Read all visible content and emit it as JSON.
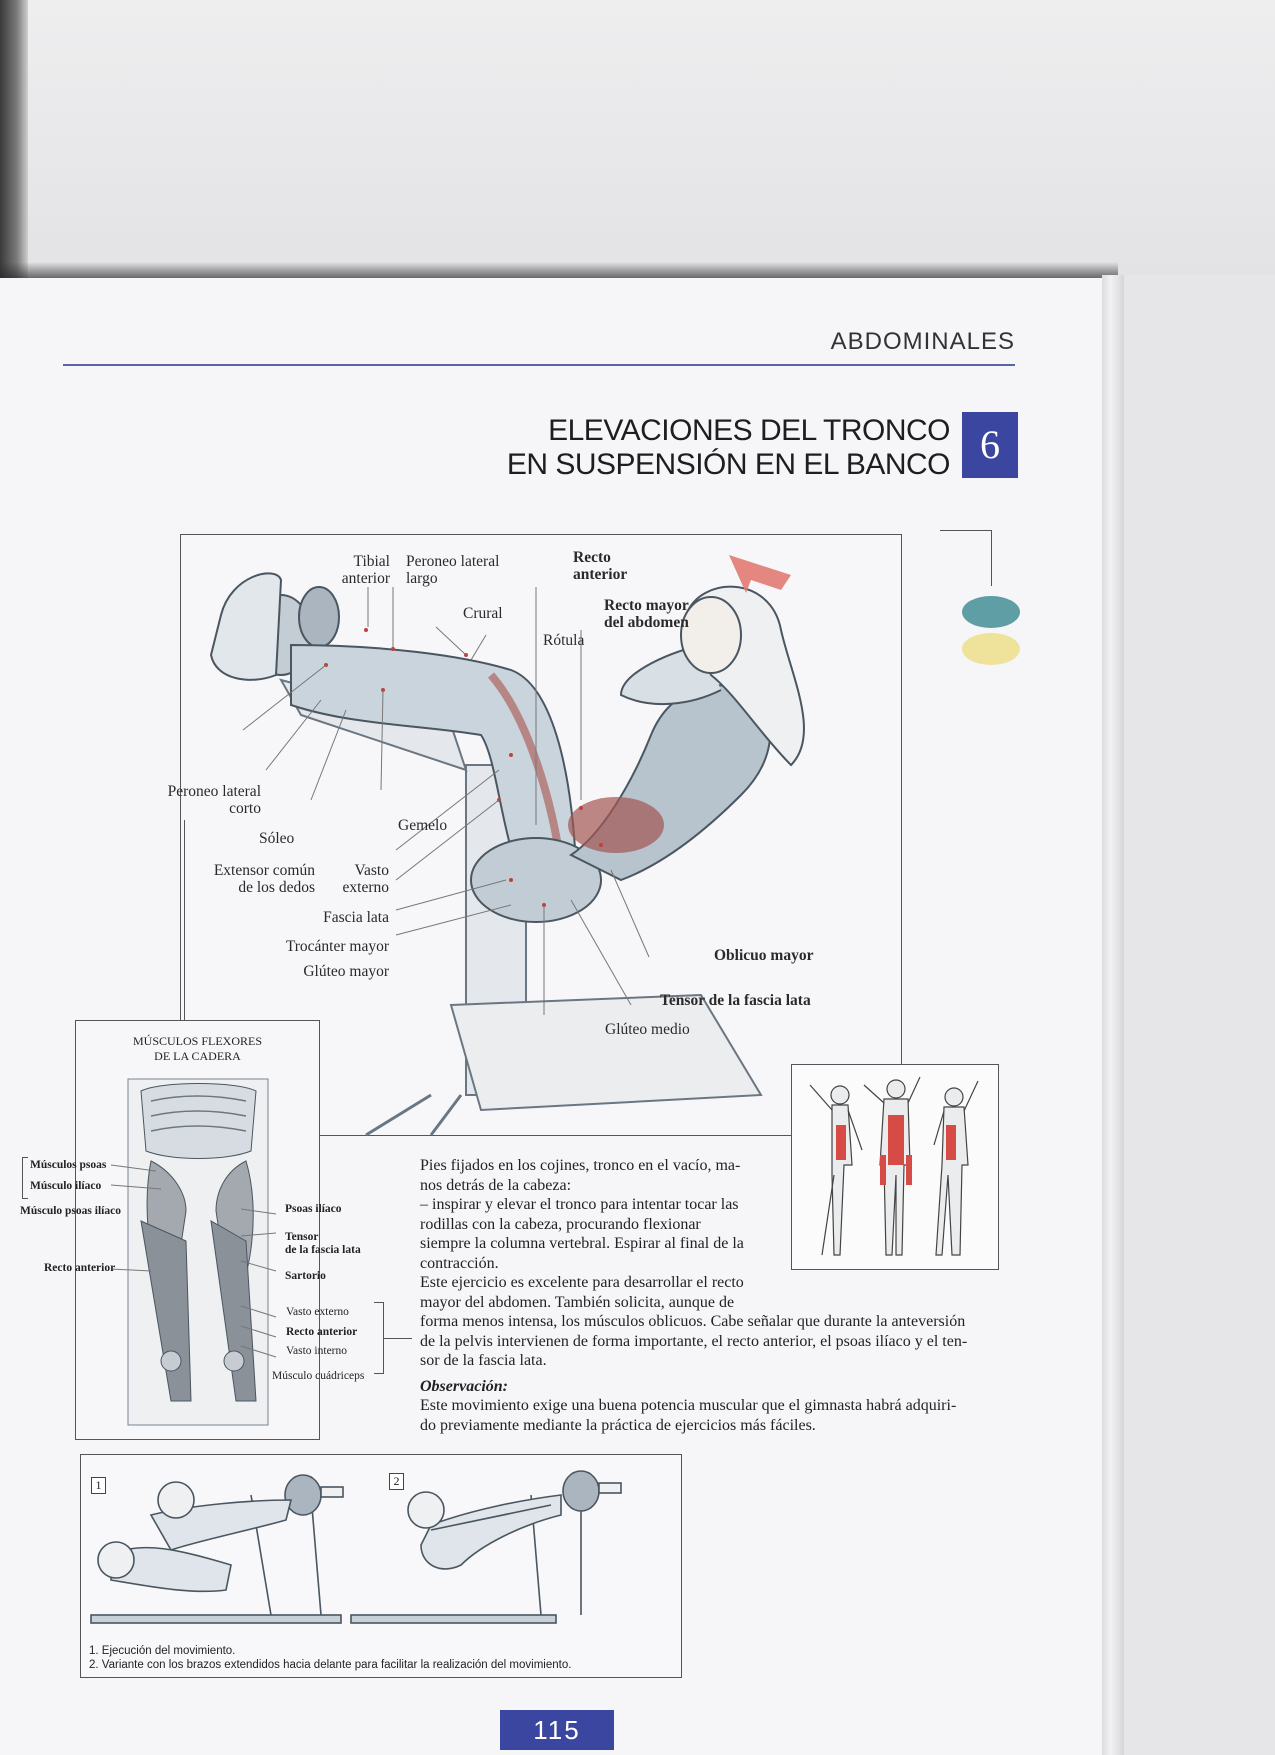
{
  "header": {
    "section": "ABDOMINALES"
  },
  "title": {
    "line1": "ELEVACIONES DEL TRONCO",
    "line2": "EN SUSPENSIÓN EN EL BANCO",
    "number": "6"
  },
  "main_labels": {
    "tibial_anterior": [
      "Tibial",
      "anterior"
    ],
    "peroneo_largo": [
      "Peroneo lateral",
      "largo"
    ],
    "recto_anterior": [
      "Recto",
      "anterior"
    ],
    "recto_mayor": [
      "Recto mayor",
      "del abdomen"
    ],
    "crural": "Crural",
    "rotula": "Rótula",
    "peroneo_corto": [
      "Peroneo lateral",
      "corto"
    ],
    "soleo": "Sóleo",
    "gemelo": "Gemelo",
    "extensor": [
      "Extensor común",
      "de los dedos"
    ],
    "vasto_externo": [
      "Vasto",
      "externo"
    ],
    "fascia_lata": "Fascia lata",
    "trocanter": "Trocánter mayor",
    "gluteo_mayor": "Glúteo mayor",
    "oblicuo_mayor": "Oblicuo mayor",
    "tensor_fascia": "Tensor de la fascia lata",
    "gluteo_medio": "Glúteo medio"
  },
  "hip_flexors": {
    "title": [
      "MÚSCULOS FLEXORES",
      "DE LA CADERA"
    ],
    "left": [
      "Músculos psoas",
      "Músculo ilíaco",
      "Músculo psoas ilíaco",
      "Recto anterior"
    ],
    "psoas_iliaco": "Psoas ilíaco",
    "tensor": [
      "Tensor",
      "de la fascia lata"
    ],
    "sartorio": "Sartorio",
    "vasto_externo": "Vasto externo",
    "recto_anterior": "Recto anterior",
    "vasto_interno": "Vasto interno",
    "cuadriceps": "Músculo cuádriceps"
  },
  "body": {
    "intro_l1": "Pies fijados en los cojines, tronco en el vacío, ma-",
    "intro_l2": "nos detrás de la cabeza:",
    "step_l1": "– inspirar y elevar el tronco para intentar tocar las",
    "step_l2": "rodillas con la cabeza, procurando flexionar",
    "step_l3": "siempre la columna vertebral. Espirar al final de la",
    "step_l4": "contracción.",
    "p2_l1": "Este ejercicio es excelente para desarrollar el recto",
    "p2_l2": "mayor del abdomen. También solicita, aunque de",
    "p2_l3": "forma menos intensa, los músculos oblicuos. Cabe señalar que durante la anteversión",
    "p2_l4": "de la pelvis intervienen de forma importante, el recto anterior, el psoas ilíaco y el ten-",
    "p2_l5": "sor de la fascia lata.",
    "obs_title": "Observación:",
    "obs_l1": "Este movimiento exige una buena potencia muscular que el gimnasta habrá adquiri-",
    "obs_l2": "do previamente mediante la práctica de ejercicios más fáciles."
  },
  "variations": {
    "n1": "1",
    "n2": "2",
    "caption1": "1. Ejecución del movimiento.",
    "caption2": "2. Variante con los brazos extendidos hacia delante para facilitar la realización del movimiento."
  },
  "page_number": "115",
  "colors": {
    "accent_blue": "#3b46a0",
    "rule_blue": "#5a64a8",
    "teal": "#5e9ea4",
    "yellow": "#efe29a",
    "muscle_red": "#c0413c"
  }
}
